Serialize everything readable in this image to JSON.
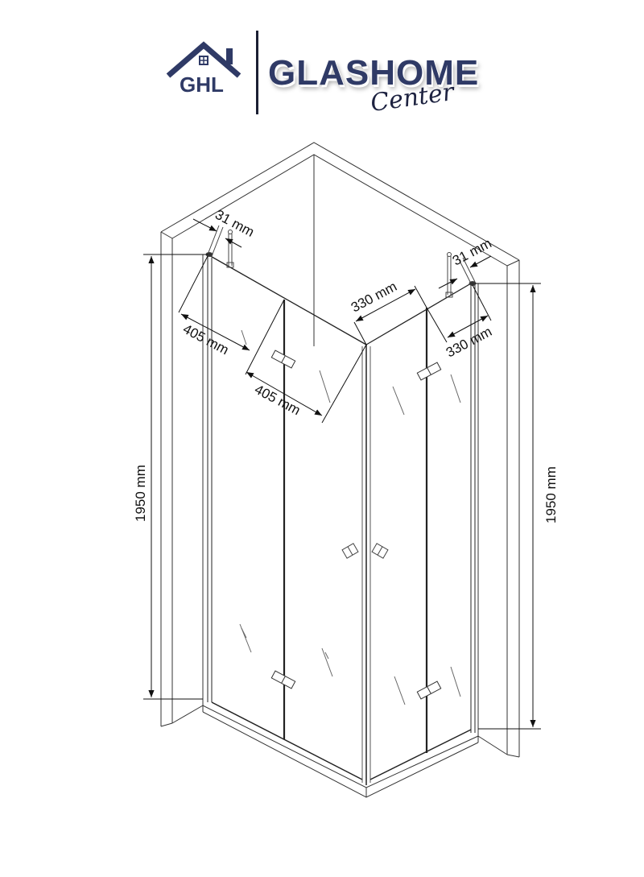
{
  "logo": {
    "monogram": "GHL",
    "brand_name": "GLASHOME",
    "brand_script": "Center",
    "colors": {
      "primary": "#2f3a66",
      "dark": "#1b1f33"
    }
  },
  "diagram": {
    "subject": "corner shower enclosure with bi-fold glass doors",
    "dimensions": {
      "left_wall_profile": "31 mm",
      "right_wall_profile": "31 mm",
      "left_door_panel_outer": "405 mm",
      "left_door_panel_inner": "405 mm",
      "right_door_panel_inner": "330 mm",
      "right_door_panel_outer": "330 mm",
      "height_left": "1950 mm",
      "height_right": "1950 mm"
    },
    "colors": {
      "line": "#222222",
      "light_line": "#777777",
      "background": "#ffffff"
    }
  }
}
